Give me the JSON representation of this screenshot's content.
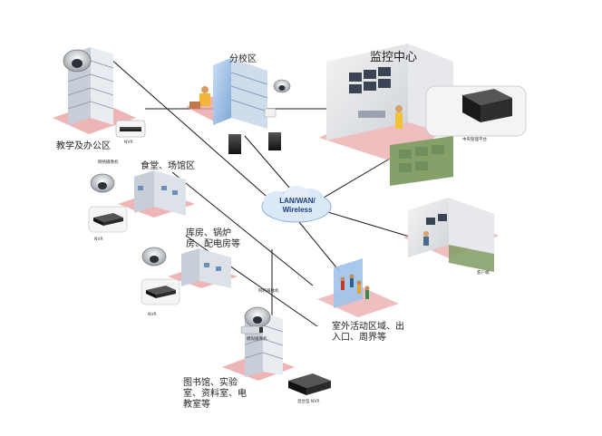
{
  "network": {
    "cloud_line1": "LAN/WAN/",
    "cloud_line2": "Wireless"
  },
  "sites": {
    "teaching": {
      "label": "教学及办公区",
      "nvr_caption": "NVR"
    },
    "canteen": {
      "label": "食堂、场馆区",
      "camera_caption": "网络摄像机",
      "nvr_caption": "NVR"
    },
    "storage": {
      "label": "库房、锅炉房、配电房等",
      "camera_caption": "网络摄像机",
      "nvr_caption": "NVR"
    },
    "library": {
      "label": "图书馆、实验室、资料室、电教室等",
      "camera_caption": "模拟摄像机",
      "nvr_caption": "混合型 NVR"
    },
    "branch": {
      "label": "分校区"
    },
    "outdoor": {
      "label": "室外活动区域、出入口、周界等"
    },
    "monitor_center": {
      "label": "监控中心",
      "platform_caption": "中央管理平台"
    },
    "client": {
      "caption": "客户端"
    }
  },
  "colors": {
    "line": "#1a1a1a",
    "building": "#d5dbe4",
    "glass": "#9fc3ea",
    "base_pink": "#e8a3a3",
    "cloud": "#dbe8f7",
    "device_dark": "#2a2a2a"
  }
}
